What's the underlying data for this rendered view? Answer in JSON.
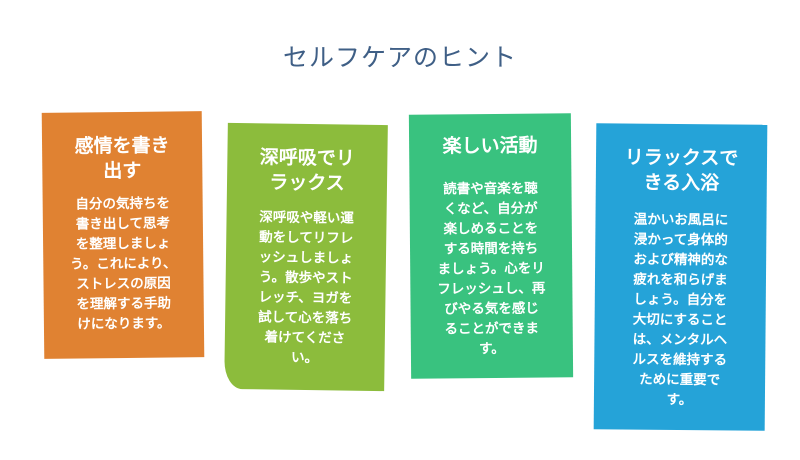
{
  "title": "セルフケアのヒント",
  "colors": {
    "title": "#3f5f86",
    "card1": "#e08232",
    "card2": "#8cbc3c",
    "card3": "#39c27f",
    "card4": "#25a3d8"
  },
  "cards": [
    {
      "title_lines": [
        "感情を書き",
        "出す"
      ],
      "body_lines": [
        "自分の気持ちを",
        "書き出して思考",
        "を整理しましょ",
        "う。これにより、",
        "ストレスの原因",
        "を理解する手助",
        "けになります。"
      ]
    },
    {
      "title_lines": [
        "深呼吸でリ",
        "ラックス"
      ],
      "body_lines": [
        "深呼吸や軽い運",
        "動をしてリフレ",
        "ッシュしましょ",
        "う。散歩やスト",
        "レッチ、ヨガを",
        "試して心を落ち",
        "着けてくださ",
        "い。"
      ]
    },
    {
      "title_lines": [
        "楽しい活動"
      ],
      "body_lines": [
        "読書や音楽を聴",
        "くなど、自分が",
        "楽しめることを",
        "する時間を持ち",
        "ましょう。心をリ",
        "フレッシュし、再",
        "びやる気を感じ",
        "ることができま",
        "す。"
      ]
    },
    {
      "title_lines": [
        "リラックスで",
        "きる入浴"
      ],
      "body_lines": [
        "温かいお風呂に",
        "浸かって身体的",
        "および精神的な",
        "疲れを和らげま",
        "しょう。自分を",
        "大切にすること",
        "は、メンタルヘ",
        "ルスを維持する",
        "ために重要で",
        "す。"
      ]
    }
  ]
}
